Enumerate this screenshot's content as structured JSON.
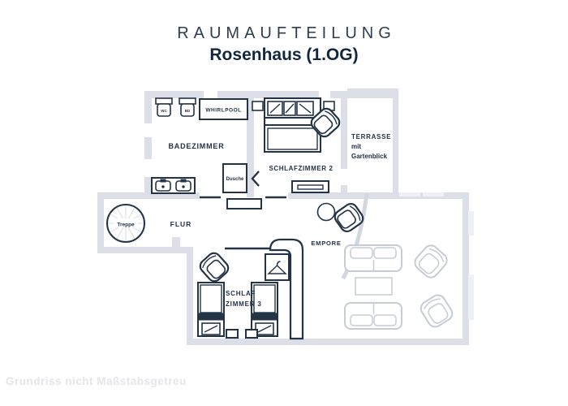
{
  "title": {
    "heading": "RAUMAUFTEILUNG",
    "subheading": "Rosenhaus (1.OG)"
  },
  "footer": {
    "disclaimer": "Grundriss nicht Maßstabsgetreu"
  },
  "colors": {
    "ink": "#223247",
    "wall": "#dcdfe8",
    "ghost_furniture": "#c6cbd6",
    "background": "#ffffff",
    "disclaimer_text": "#e4e5e9"
  },
  "rooms": {
    "badezimmer": {
      "label": "BADEZIMMER"
    },
    "schlafzimmer2": {
      "label": "SCHLAFZIMMER 2"
    },
    "terrasse": {
      "line1": "TERRASSE",
      "line2": "mit",
      "line3": "Gartenblick"
    },
    "flur": {
      "label": "FLUR"
    },
    "empore": {
      "label": "EMPORE"
    },
    "schlafzimmer3": {
      "line1": "SCHLAF",
      "line2": "ZIMMER 3"
    }
  },
  "fixtures": {
    "wc": "WC",
    "bidet": "BD",
    "whirlpool": "WHIRLPOOL",
    "dusche": "Dusche",
    "treppe": "Treppe"
  }
}
